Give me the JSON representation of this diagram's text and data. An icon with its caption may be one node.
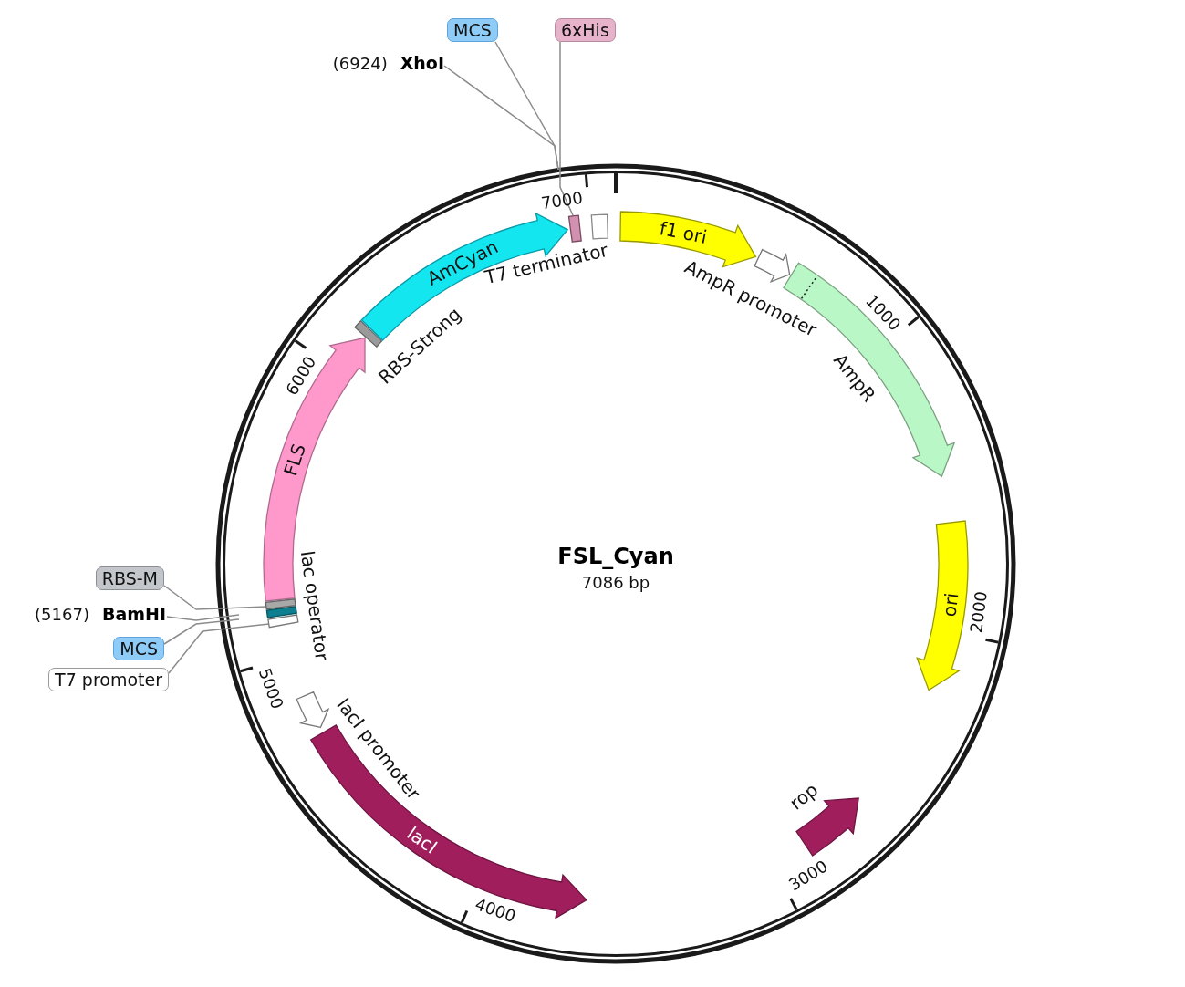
{
  "diagram": {
    "title": "FSL_Cyan",
    "nodes": [
      {
        "text": [
          "MCS"
        ]
      },
      {
        "text": [
          "6xHis"
        ]
      },
      {
        "text": [
          "(6924)",
          "XhoI"
        ]
      },
      {
        "text": [
          "FLS"
        ]
      },
      {
        "text": [
          "RBS-Strong"
        ]
      },
      {
        "text": [
          "AmCyan"
        ]
      },
      {
        "text": [],
        "shape": "bar"
      },
      {
        "text": [
          "T7 terminator"
        ]
      },
      {
        "text": [
          "f1 ori"
        ]
      },
      {
        "text": [
          "AmpR promoter"
        ]
      },
      {
        "text": [
          "AmpR"
        ]
      },
      {
        "text": [
          "ori"
        ]
      },
      {
        "text": [
          "rop"
        ]
      },
      {
        "text": [
          "lacI"
        ]
      },
      {
        "text": [
          "lacI promoter"
        ]
      },
      {
        "text": [
          "lac operator"
        ]
      },
      {
        "text": [
          "RBS-M"
        ]
      },
      {
        "text": [
          "(5167)",
          "BamHI"
        ]
      },
      {
        "text": [
          "MCS"
        ]
      },
      {
        "text": [
          "T7 promoter"
        ]
      },
      {
        "text": [],
        "shape": "bar"
      },
      {
        "text": [],
        "shape": "box"
      }
    ],
    "edges": [
      {
        "from": 0,
        "to": null,
        "arrow": "none"
      },
      {
        "from": 1,
        "to": 6,
        "arrow": "none"
      },
      {
        "from": 2,
        "to": null,
        "arrow": "none"
      },
      {
        "from": 16,
        "to": 20,
        "arrow": "none"
      },
      {
        "from": 17,
        "to": null,
        "arrow": "none"
      },
      {
        "from": 18,
        "to": null,
        "arrow": "none"
      },
      {
        "from": 19,
        "to": 21,
        "arrow": "none"
      }
    ],
    "labels": [
      "7000",
      "1000",
      "6000",
      "7086 bp",
      "2000",
      "5000",
      "3000",
      "4000"
    ]
  }
}
